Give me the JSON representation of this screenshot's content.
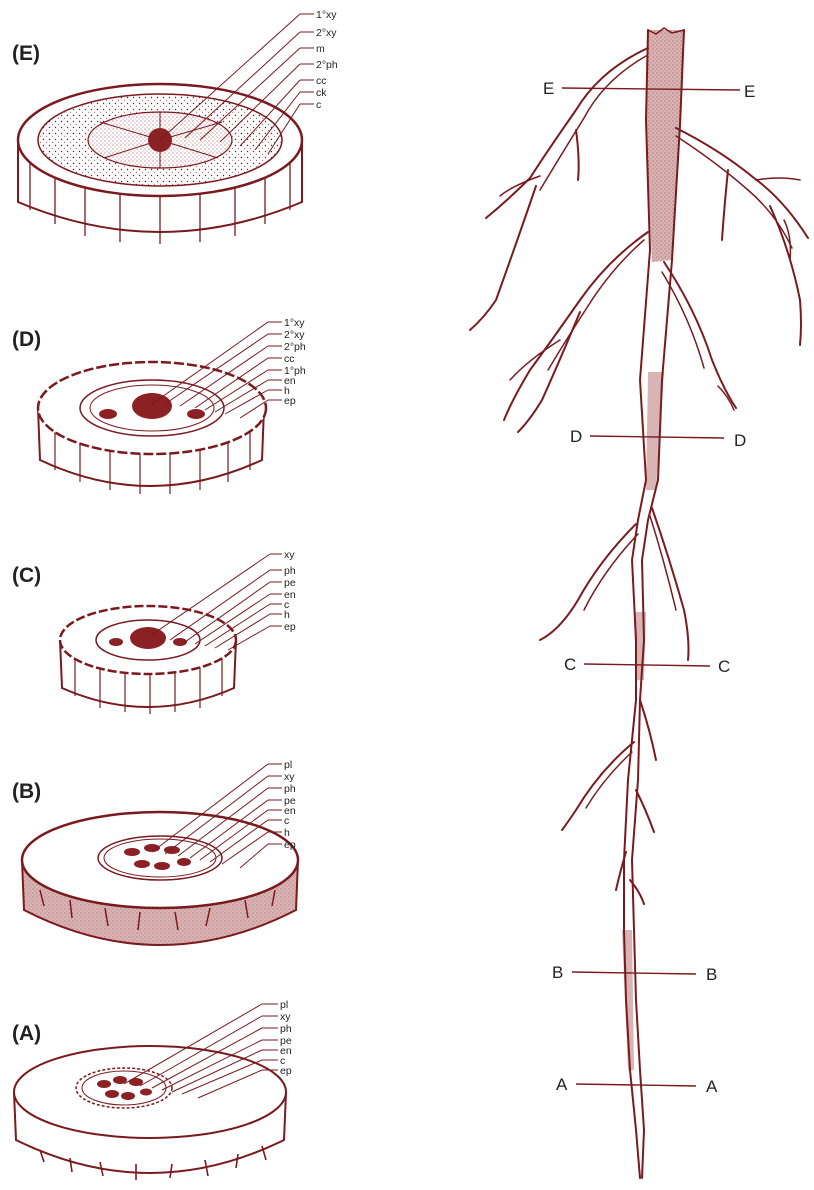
{
  "colors": {
    "ink": "#7a1a1e",
    "tissue": "#8b2025",
    "shade": "#d8b4b4",
    "text": "#222222"
  },
  "sections": [
    {
      "id": "E",
      "heading": "(E)",
      "labels": [
        "1°xy",
        "2°xy",
        "m",
        "2°ph",
        "cc",
        "ck",
        "c"
      ]
    },
    {
      "id": "D",
      "heading": "(D)",
      "labels": [
        "1°xy",
        "2°xy",
        "2°ph",
        "cc",
        "1°ph",
        "en",
        "h",
        "ep"
      ]
    },
    {
      "id": "C",
      "heading": "(C)",
      "labels": [
        "xy",
        "ph",
        "pe",
        "en",
        "c",
        "h",
        "ep"
      ]
    },
    {
      "id": "B",
      "heading": "(B)",
      "labels": [
        "pl",
        "xy",
        "ph",
        "pe",
        "en",
        "c",
        "h",
        "ep"
      ]
    },
    {
      "id": "A",
      "heading": "(A)",
      "labels": [
        "pl",
        "xy",
        "ph",
        "pe",
        "en",
        "c",
        "ep"
      ]
    }
  ],
  "root_cuts": [
    {
      "id": "E",
      "left": "E",
      "right": "E"
    },
    {
      "id": "D",
      "left": "D",
      "right": "D"
    },
    {
      "id": "C",
      "left": "C",
      "right": "C"
    },
    {
      "id": "B",
      "left": "B",
      "right": "B"
    },
    {
      "id": "A",
      "left": "A",
      "right": "A"
    }
  ]
}
